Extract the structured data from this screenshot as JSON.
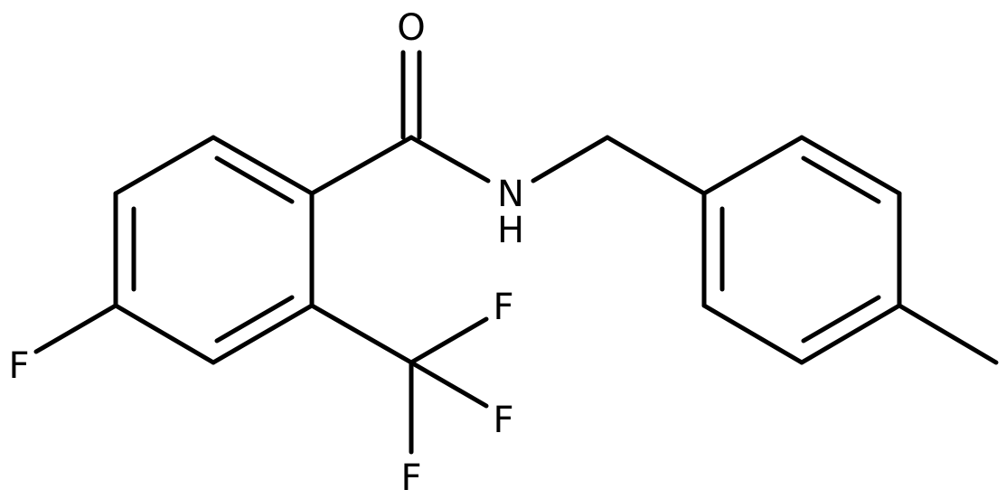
{
  "molecule": {
    "atoms": {
      "oxygen": "O",
      "nitrogen": "N",
      "amide_hydrogen": "H",
      "ring_fluorine": "F",
      "cf3_fluorine_top": "F",
      "cf3_fluorine_right": "F",
      "cf3_fluorine_bottom": "F"
    },
    "colors": {
      "bond": "#000000",
      "label": "#000000",
      "background": "#ffffff"
    }
  }
}
